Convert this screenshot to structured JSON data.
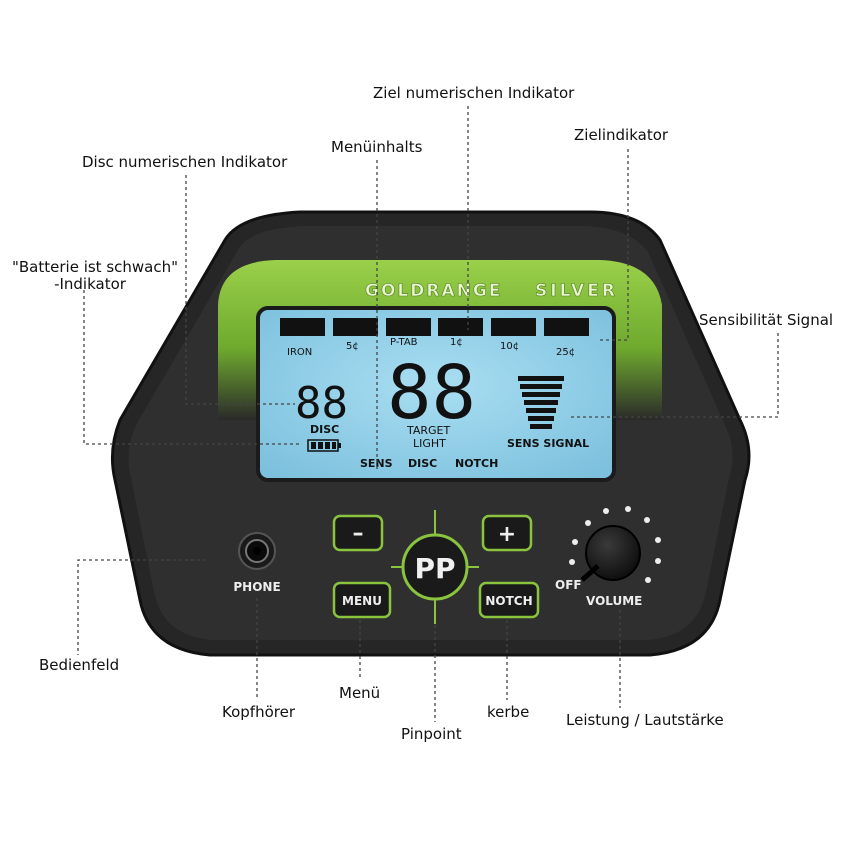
{
  "brand": {
    "name": "GOLDRANGE",
    "model": "SILVER"
  },
  "lcd": {
    "target_categories": [
      "IRON",
      "5¢",
      "P-TAB",
      "1¢",
      "10¢",
      "25¢"
    ],
    "disc_value": "88",
    "disc_label": "DISC",
    "target_value": "88",
    "target_label_1": "TARGET",
    "target_label_2": "LIGHT",
    "sens_label": "SENS SIGNAL",
    "menu_items": [
      "SENS",
      "DISC",
      "NOTCH"
    ]
  },
  "controls": {
    "minus_label": "–",
    "plus_label": "+",
    "pinpoint_label": "PP",
    "menu_label": "MENU",
    "notch_label": "NOTCH",
    "phone_label": "PHONE",
    "volume_label": "VOLUME",
    "off_label": "OFF"
  },
  "callouts": {
    "target_numeric": "Ziel numerischen Indikator",
    "menu_content": "Menüinhalts",
    "target_indicator": "Zielindikator",
    "disc_numeric": "Disc numerischen Indikator",
    "battery_low_1": "\"Batterie ist schwach\"",
    "battery_low_2": "-Indikator",
    "sens_signal": "Sensibilität Signal",
    "control_panel": "Bedienfeld",
    "headphone": "Kopfhörer",
    "menu": "Menü",
    "pinpoint": "Pinpoint",
    "notch": "kerbe",
    "power_volume": "Leistung / Lautstärke"
  },
  "colors": {
    "body": "#2a2a2a",
    "bezel": "#1c1c1c",
    "accent_green": "#8ac43f",
    "lcd": "#8fd0ea",
    "segment": "#111111"
  }
}
